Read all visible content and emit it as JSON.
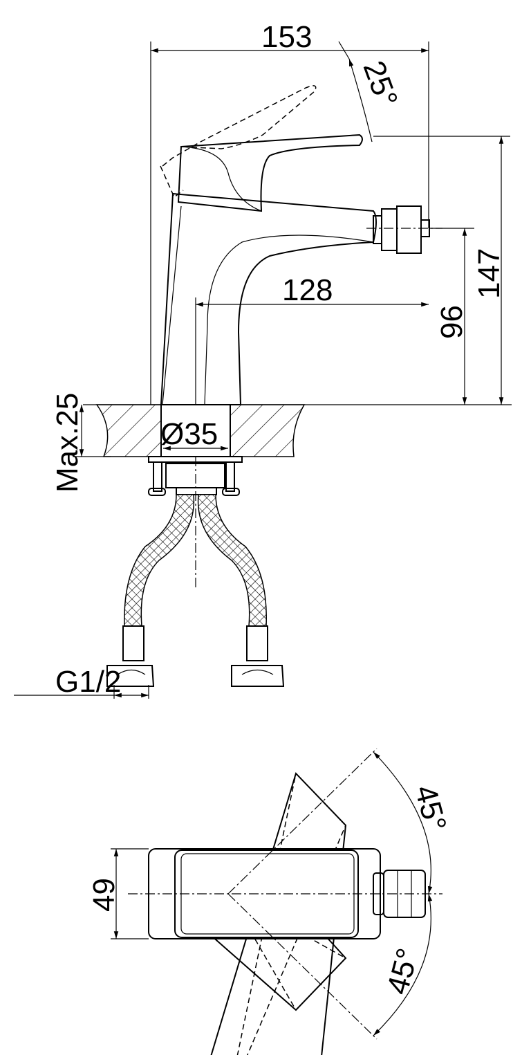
{
  "side_view": {
    "dim_width": "153",
    "dim_lever_angle": "25°",
    "dim_height": "147",
    "dim_spout_reach": "128",
    "dim_spout_height": "96",
    "dim_max_thickness": "Max.25",
    "dim_hole_diameter": "Ø35",
    "dim_connection": "G1/2"
  },
  "top_view": {
    "dim_width": "49",
    "dim_angle_upper": "45°",
    "dim_angle_lower": "45°"
  }
}
